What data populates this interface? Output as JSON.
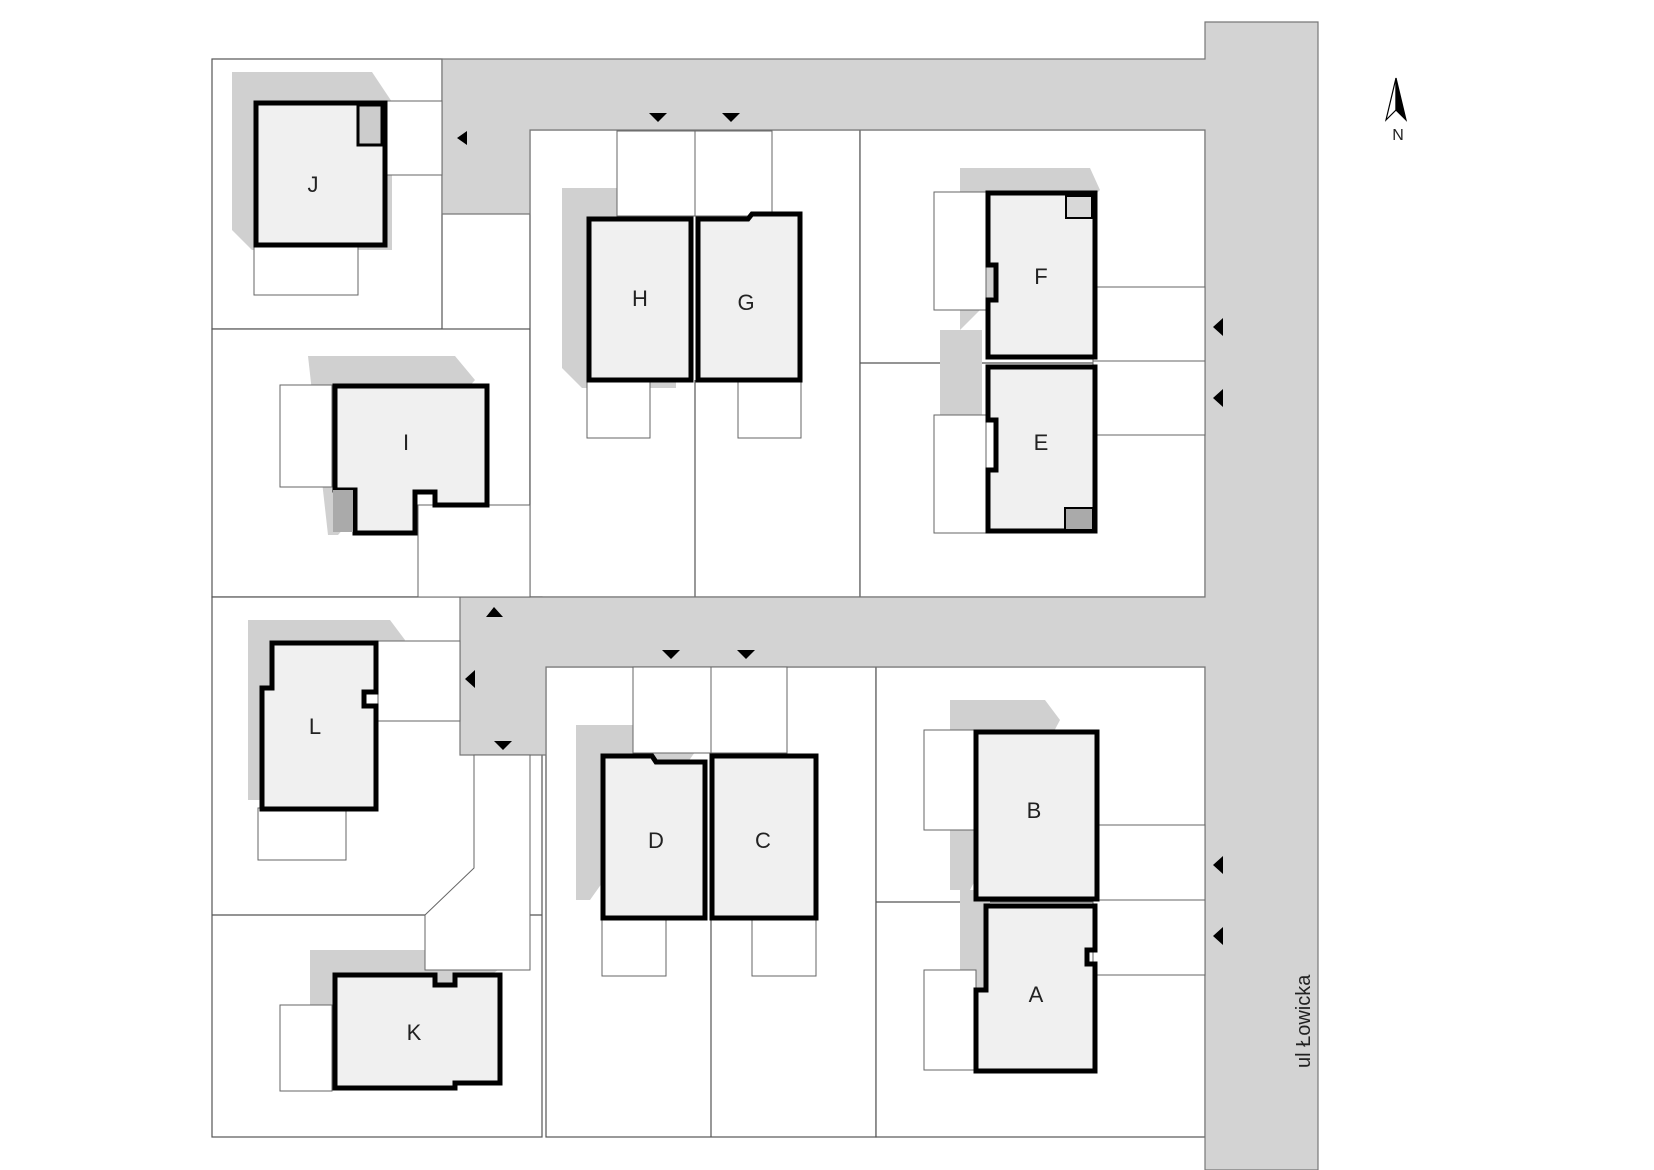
{
  "street": {
    "name": "ul Łowicka"
  },
  "compass": {
    "label": "N",
    "direction": "north"
  },
  "houses": [
    {
      "id": "A",
      "label": "A"
    },
    {
      "id": "B",
      "label": "B"
    },
    {
      "id": "C",
      "label": "C"
    },
    {
      "id": "D",
      "label": "D"
    },
    {
      "id": "E",
      "label": "E"
    },
    {
      "id": "F",
      "label": "F"
    },
    {
      "id": "G",
      "label": "G"
    },
    {
      "id": "H",
      "label": "H"
    },
    {
      "id": "I",
      "label": "I"
    },
    {
      "id": "J",
      "label": "J"
    },
    {
      "id": "K",
      "label": "K"
    },
    {
      "id": "L",
      "label": "L"
    }
  ],
  "colors": {
    "road": "#d3d3d3",
    "house_outline": "#000000",
    "house_fill": "#f0f0f0",
    "shadow": "#d0d0d0"
  },
  "entry_arrows": 12
}
